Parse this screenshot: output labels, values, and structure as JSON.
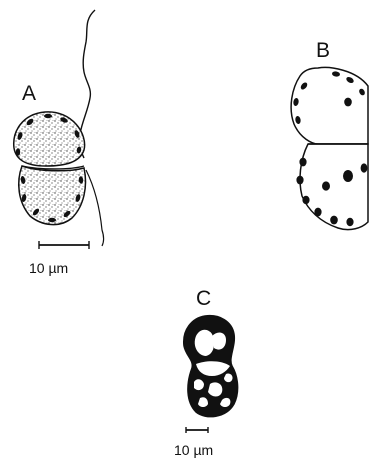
{
  "panels": {
    "a": {
      "label": "A"
    },
    "b": {
      "label": "B"
    },
    "c": {
      "label": "C"
    }
  },
  "scale_bars": {
    "top": {
      "text": "10 µm"
    },
    "bottom": {
      "text": "10 µm"
    }
  },
  "colors": {
    "ink": "#111111",
    "paper": "#ffffff",
    "stipple": "#3a3a3a"
  }
}
